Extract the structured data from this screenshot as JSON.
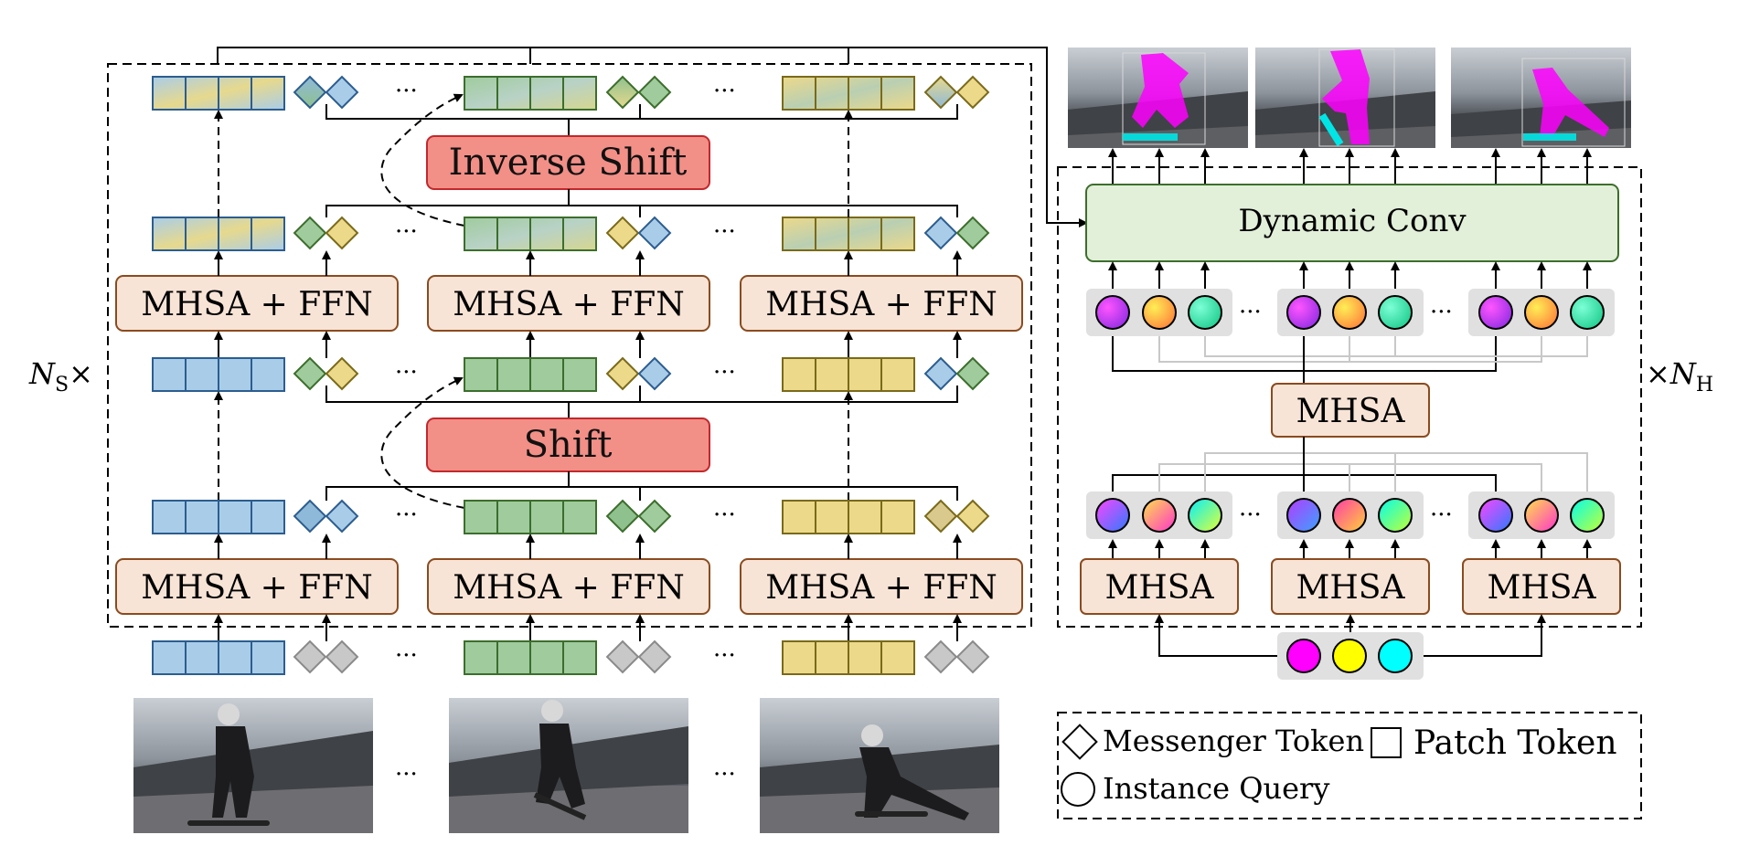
{
  "labels": {
    "inverse_shift": "Inverse Shift",
    "shift": "Shift",
    "mhsa_ffn": "MHSA + FFN",
    "mhsa": "MHSA",
    "dynamic_conv": "Dynamic Conv",
    "ellipsis": "···",
    "ns_times": "N",
    "ns_sub": "S",
    "ns_op": "×",
    "nh_times": "×",
    "nh_var": "N",
    "nh_sub": "H"
  },
  "legend": {
    "messenger_token": "Messenger Token",
    "patch_token": "Patch Token",
    "instance_query": "Instance Query"
  },
  "colors": {
    "blue": "#a9cde9",
    "green": "#9fcb9d",
    "yellow": "#ecd98a",
    "box_fill": "#f8e4d6",
    "box_stroke": "#8a4b1f",
    "shift_fill": "#f28f87",
    "shift_stroke": "#c2282c",
    "dynconv_fill": "#e2efd9",
    "dynconv_stroke": "#3c6e2c",
    "query_bg": "#e0e0e0",
    "gray_token": "#c8c8c8",
    "magenta": "#ff00ff",
    "yellow_q": "#ffff00",
    "cyan": "#00ffff"
  },
  "images": {
    "input_frames": [
      "frame-1",
      "frame-2",
      "frame-3"
    ],
    "output_frames": [
      "output-1",
      "output-2",
      "output-3"
    ]
  }
}
